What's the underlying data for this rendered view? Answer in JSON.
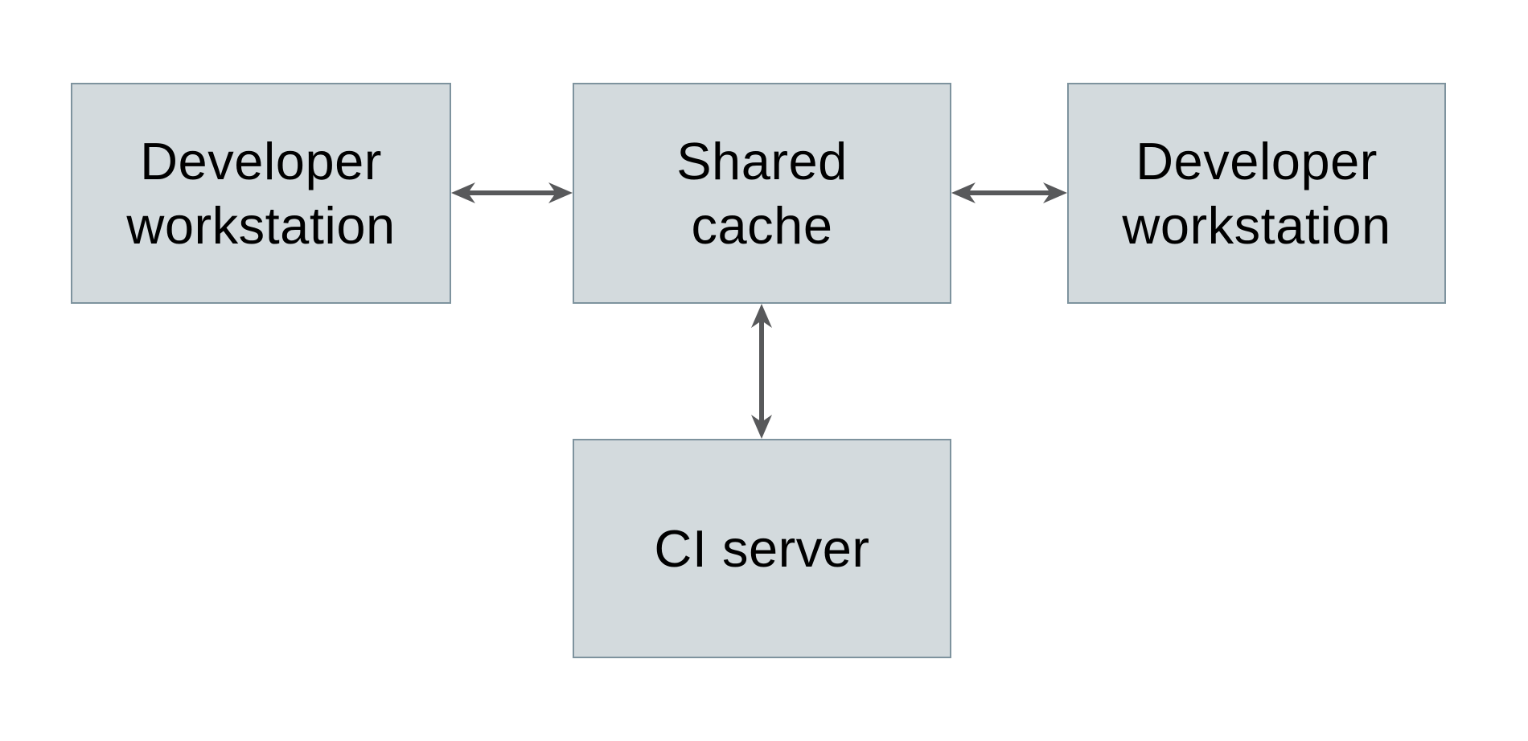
{
  "diagram": {
    "type": "architecture-diagram",
    "nodes": {
      "dev_left": {
        "label": "Developer\nworkstation"
      },
      "shared_cache": {
        "label": "Shared\ncache"
      },
      "dev_right": {
        "label": "Developer\nworkstation"
      },
      "ci_server": {
        "label": "CI server"
      }
    },
    "edges": [
      {
        "from": "dev_left",
        "to": "shared_cache",
        "direction": "bidirectional"
      },
      {
        "from": "shared_cache",
        "to": "dev_right",
        "direction": "bidirectional"
      },
      {
        "from": "shared_cache",
        "to": "ci_server",
        "direction": "bidirectional"
      }
    ],
    "colors": {
      "node_fill": "#d3dadd",
      "node_border": "#7e939e",
      "arrow_color": "#58595b",
      "text_color": "#000000",
      "background": "#ffffff"
    }
  }
}
